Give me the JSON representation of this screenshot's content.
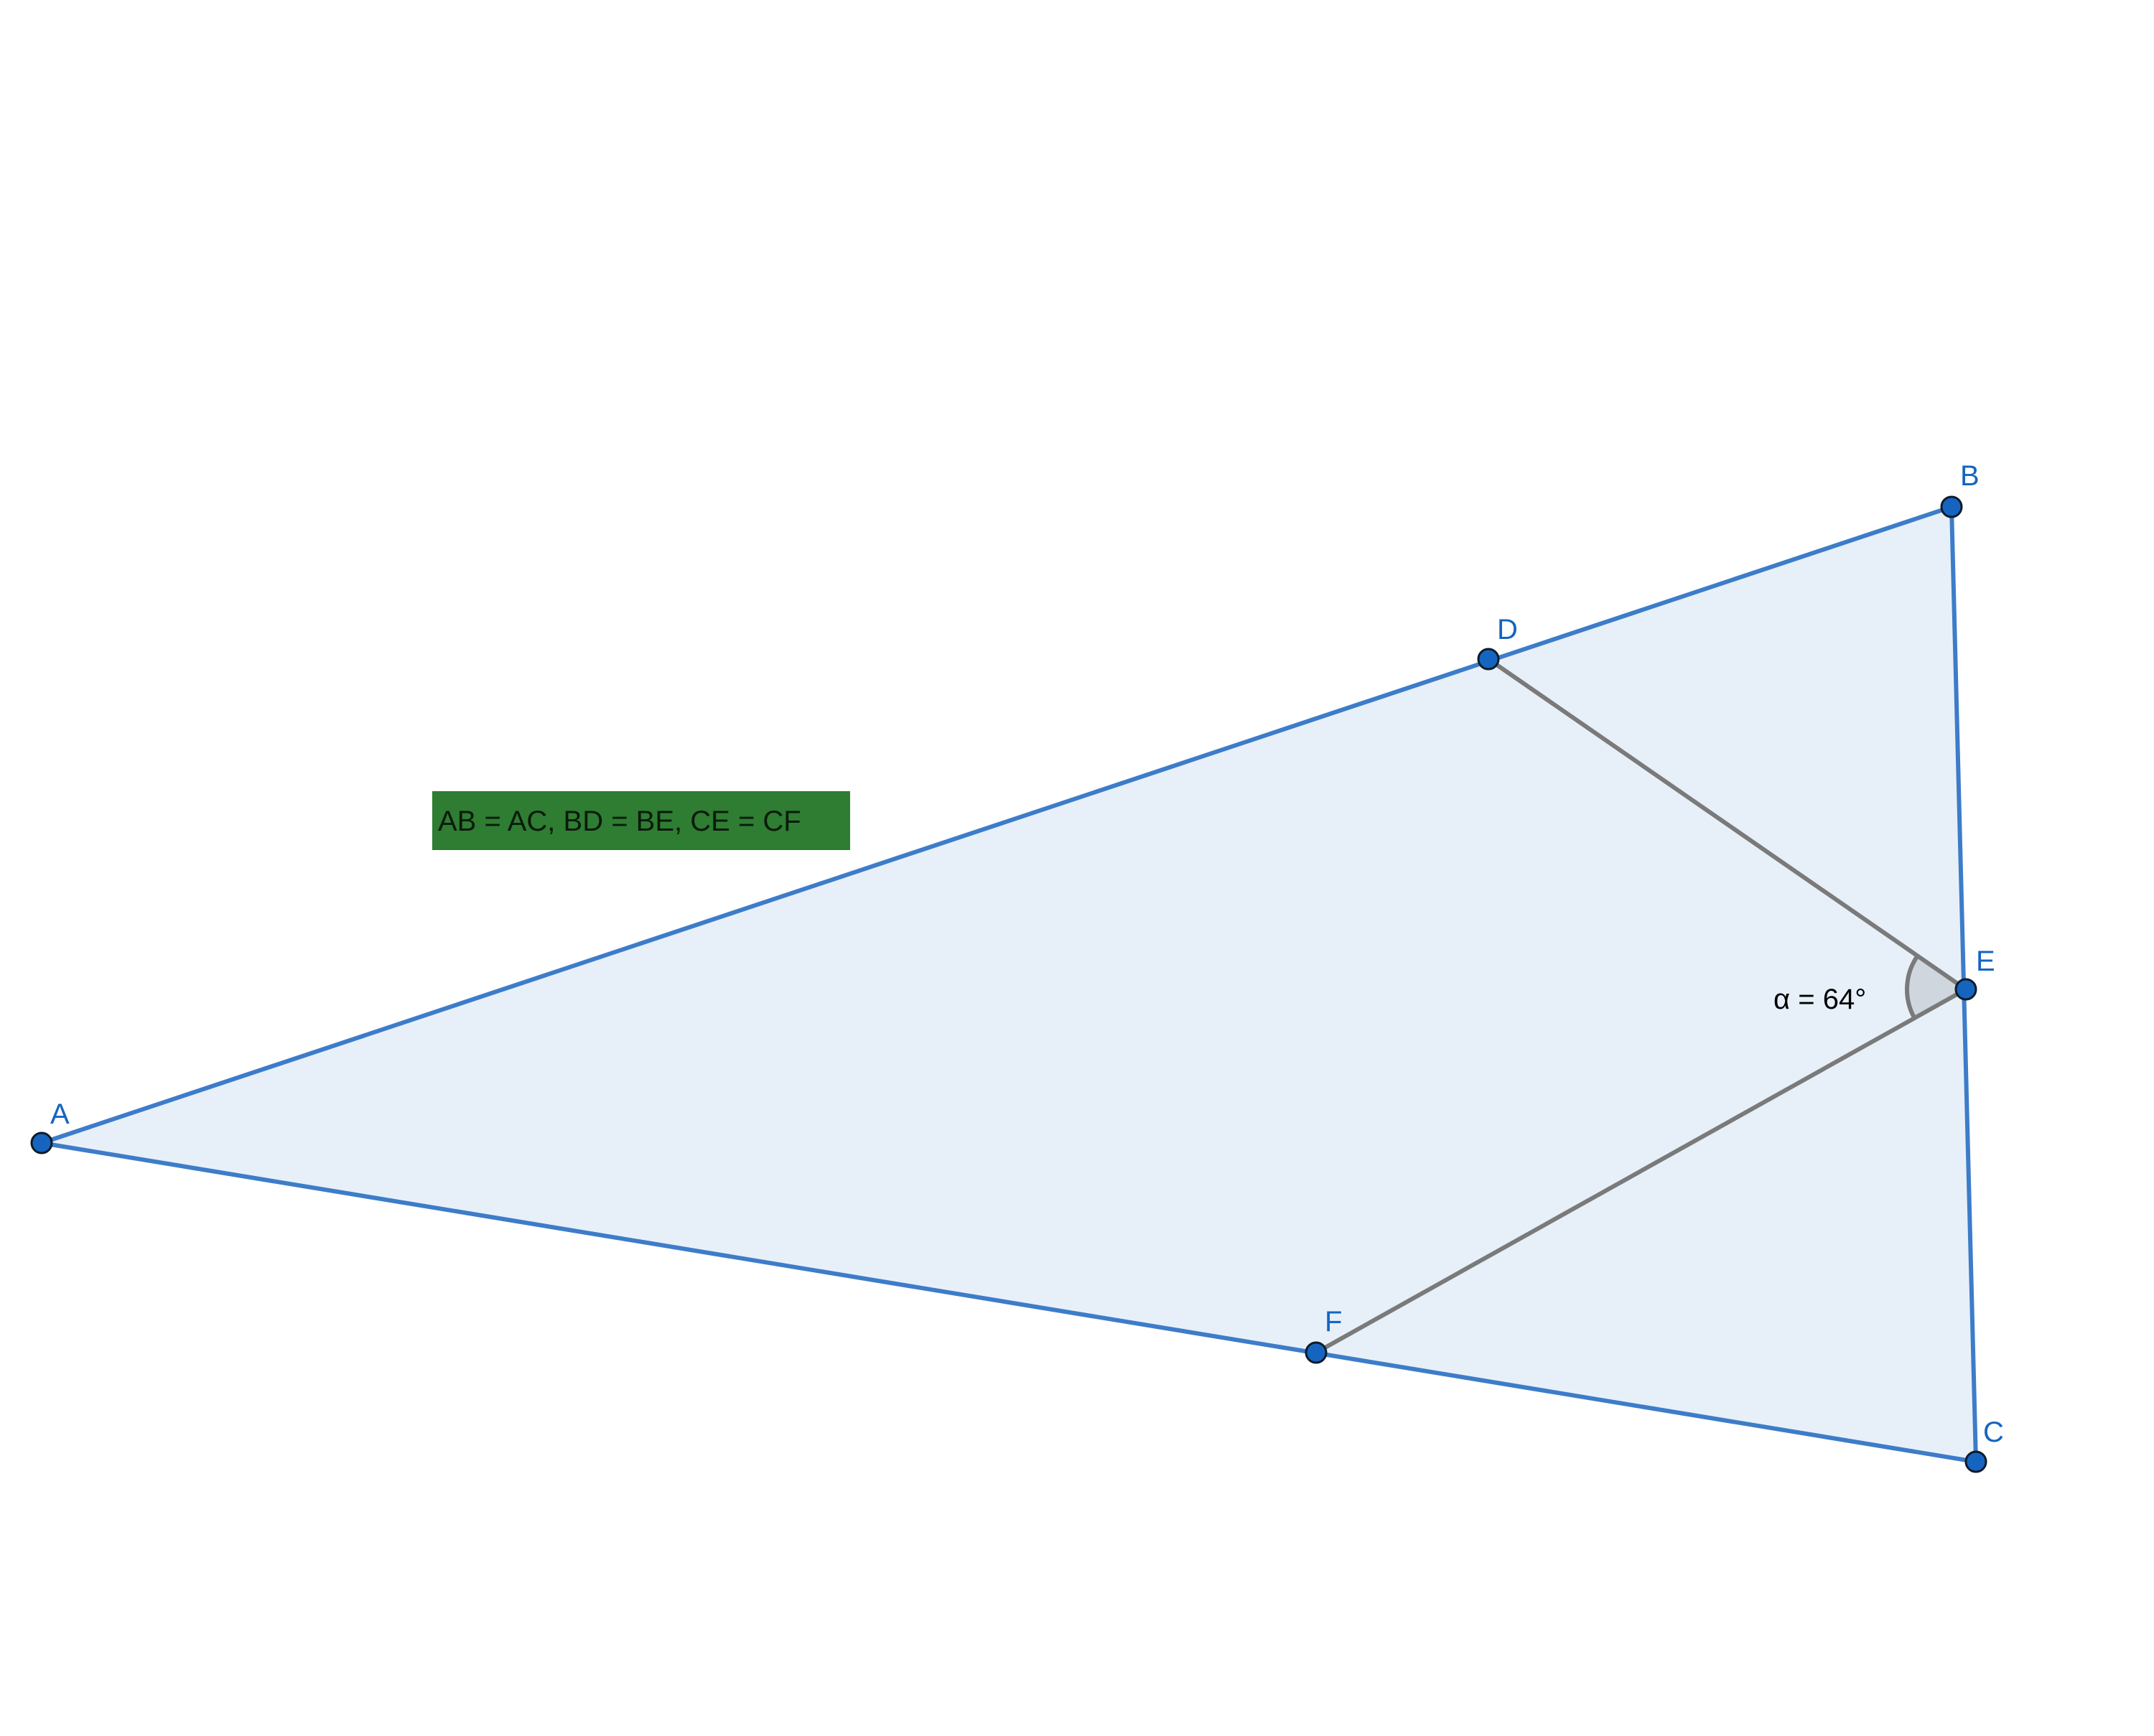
{
  "figure": {
    "points": [
      {
        "id": "A",
        "label": "A"
      },
      {
        "id": "B",
        "label": "B"
      },
      {
        "id": "C",
        "label": "C"
      },
      {
        "id": "D",
        "label": "D"
      },
      {
        "id": "E",
        "label": "E"
      },
      {
        "id": "F",
        "label": "F"
      }
    ],
    "triangle": [
      "A",
      "B",
      "C"
    ],
    "segments": [
      [
        "D",
        "E"
      ],
      [
        "E",
        "F"
      ]
    ],
    "angle": {
      "vertex": "E",
      "from": "D",
      "to": "F",
      "label": "α = 64°"
    },
    "condition_text": "AB = AC, BD = BE, CE = CF"
  },
  "colors": {
    "triangle_stroke": "#3d7cc9",
    "triangle_fill": "#e7f0f9",
    "segment_stroke": "#7a7a7a",
    "angle_fill": "#d0d6de",
    "point_fill": "#1565c0",
    "point_stroke": "#0d1b2a",
    "label_color": "#1565c0",
    "note_bg": "#2e7d32",
    "note_text": "#0b1a0b"
  }
}
